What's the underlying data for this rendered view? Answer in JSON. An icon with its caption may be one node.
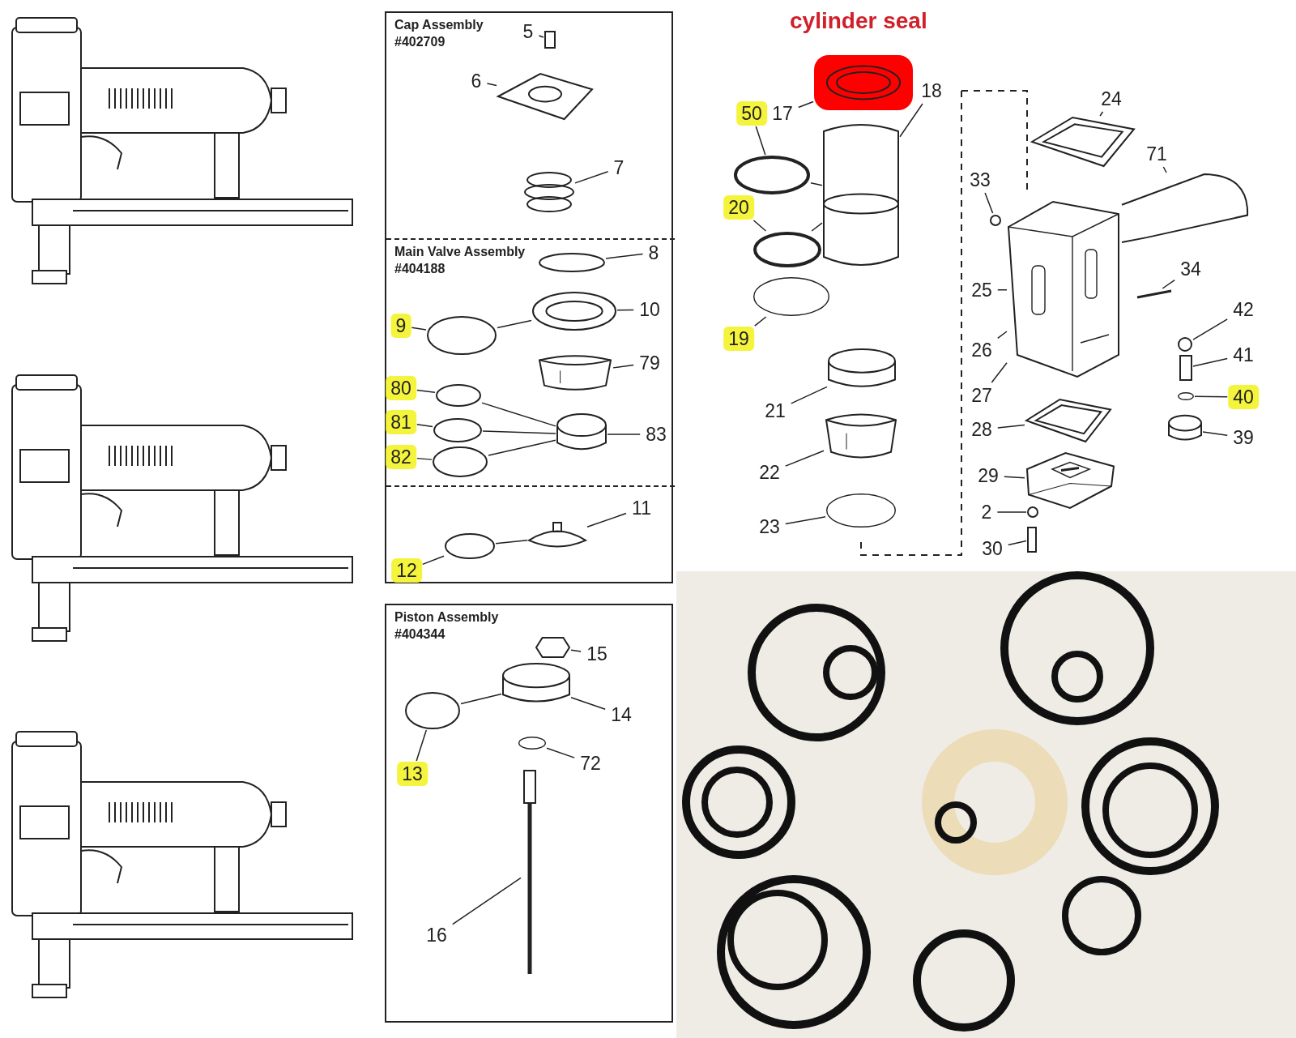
{
  "diagram": {
    "nodes": [
      {
        "text": [],
        "shape": "box"
      },
      {
        "text": [
          "Cap Assembly #402709"
        ],
        "in": 0
      },
      {
        "text": [
          "5"
        ],
        "in": 1
      },
      {
        "text": [
          "6"
        ],
        "in": 1
      },
      {
        "text": [
          "7"
        ],
        "in": 1
      },
      {
        "text": [
          "Main Valve Assembly #404188"
        ],
        "in": 0
      },
      {
        "text": [
          "8"
        ],
        "in": 5
      },
      {
        "text": [
          "10"
        ],
        "in": 5
      },
      {
        "text": [
          "9"
        ],
        "in": 5
      },
      {
        "text": [
          "79"
        ],
        "in": 5
      },
      {
        "text": [
          "80"
        ],
        "in": 5
      },
      {
        "text": [
          "81"
        ],
        "in": 5
      },
      {
        "text": [
          "83"
        ],
        "in": 5
      },
      {
        "text": [
          "82"
        ],
        "in": 5
      },
      {
        "text": [],
        "shape": "box",
        "in": 0
      },
      {
        "text": [
          "11"
        ],
        "in": 14
      },
      {
        "text": [
          "12"
        ],
        "in": 14
      },
      {
        "text": [
          "Piston Assembly #404344"
        ]
      },
      {
        "text": [
          "15"
        ],
        "in": 17
      },
      {
        "text": [
          "14"
        ],
        "in": 17
      },
      {
        "text": [
          "72"
        ],
        "in": 17
      },
      {
        "text": [
          "13"
        ],
        "in": 17
      },
      {
        "text": [
          "16"
        ],
        "in": 17
      },
      {
        "text": [
          "50"
        ]
      },
      {
        "text": [
          "17"
        ]
      },
      {
        "text": [
          "18"
        ]
      },
      {
        "text": [
          "20"
        ]
      },
      {
        "text": [
          "19"
        ]
      },
      {
        "text": [
          "21"
        ]
      },
      {
        "text": [
          "22"
        ]
      },
      {
        "text": [
          "23"
        ]
      },
      {
        "text": [
          "24"
        ]
      },
      {
        "text": [
          "33"
        ]
      },
      {
        "text": [
          "71"
        ]
      },
      {
        "text": [
          "25"
        ]
      },
      {
        "text": [
          "34"
        ]
      },
      {
        "text": [
          "26"
        ]
      },
      {
        "text": [
          "42"
        ]
      },
      {
        "text": [
          "41"
        ]
      },
      {
        "text": [
          "27"
        ]
      },
      {
        "text": [
          "40"
        ]
      },
      {
        "text": [
          "28"
        ]
      },
      {
        "text": [
          "39"
        ]
      },
      {
        "text": [
          "29"
        ]
      },
      {
        "text": [
          "2"
        ]
      },
      {
        "text": [
          "30"
        ]
      },
      {
        "text": [],
        "shape": "box",
        "in": 1
      },
      {
        "text": [],
        "shape": "picture",
        "in": 1
      },
      {
        "text": [],
        "shape": "picture",
        "in": 1
      },
      {
        "text": [],
        "shape": "circle",
        "in": 5
      },
      {
        "text": [],
        "shape": "picture",
        "in": 5
      },
      {
        "text": [],
        "shape": "circle",
        "in": 5
      },
      {
        "text": [],
        "shape": "picture",
        "in": 5
      },
      {
        "text": [],
        "shape": "circle",
        "in": 5
      },
      {
        "text": [],
        "shape": "circle",
        "in": 5
      },
      {
        "text": [],
        "shape": "cylinder",
        "in": 5
      },
      {
        "text": [],
        "shape": "circle",
        "in": 5
      },
      {
        "text": [],
        "shape": "circle",
        "in": 14
      },
      {
        "text": [],
        "shape": "picture",
        "in": 14
      },
      {
        "text": [],
        "shape": "picture",
        "in": 17
      },
      {
        "text": [],
        "shape": "cylinder",
        "in": 17
      },
      {
        "text": [],
        "shape": "circle",
        "in": 17
      },
      {
        "text": [],
        "shape": "circle",
        "in": 17
      },
      {
        "text": [],
        "shape": "picture",
        "in": 17
      },
      {
        "text": [],
        "shape": "circle"
      },
      {
        "text": [],
        "shape": "picture"
      },
      {
        "text": [],
        "shape": "picture"
      },
      {
        "text": [],
        "shape": "circle"
      },
      {
        "text": [],
        "shape": "circle"
      },
      {
        "text": [],
        "shape": "cylinder"
      },
      {
        "text": [],
        "shape": "picture"
      },
      {
        "text": [],
        "shape": "circle"
      },
      {
        "text": [],
        "shape": "picture"
      },
      {
        "text": [],
        "shape": "circle"
      },
      {
        "text": [],
        "shape": "picture"
      },
      {
        "text": [],
        "shape": "picture"
      },
      {
        "text": [],
        "shape": "bar"
      },
      {
        "text": [],
        "shape": "circle"
      },
      {
        "text": [],
        "shape": "box"
      },
      {
        "text": [],
        "shape": "circle"
      },
      {
        "text": [],
        "shape": "picture"
      },
      {
        "text": [],
        "shape": "cylinder"
      },
      {
        "text": [],
        "shape": "picture"
      },
      {
        "text": [],
        "shape": "circle"
      },
      {
        "text": [],
        "shape": "box"
      }
    ],
    "edges": [
      {
        "from": 2,
        "to": 46,
        "arrow": "none"
      },
      {
        "from": 3,
        "to": 47,
        "arrow": "none"
      },
      {
        "from": 4,
        "to": 48,
        "arrow": "none"
      },
      {
        "from": 6,
        "to": 49,
        "arrow": "none"
      },
      {
        "from": 7,
        "to": 50,
        "arrow": "none"
      },
      {
        "from": 8,
        "to": 51,
        "arrow": "none"
      },
      {
        "from": 9,
        "to": 52,
        "arrow": "none"
      },
      {
        "from": 10,
        "to": 53,
        "arrow": "none"
      },
      {
        "from": 11,
        "to": 54,
        "arrow": "none"
      },
      {
        "from": 12,
        "to": 55,
        "arrow": "none"
      },
      {
        "from": 13,
        "to": 56,
        "arrow": "none"
      },
      {
        "from": 15,
        "to": 58,
        "arrow": "none"
      },
      {
        "from": 16,
        "to": 57,
        "arrow": "none"
      },
      {
        "from": 18,
        "to": 59,
        "arrow": "none"
      },
      {
        "from": 19,
        "to": 60,
        "arrow": "none"
      },
      {
        "from": 20,
        "to": 61,
        "arrow": "none"
      },
      {
        "from": 21,
        "to": 62,
        "arrow": "none"
      },
      {
        "from": 22,
        "to": 63,
        "arrow": "none"
      },
      {
        "from": 23,
        "to": 64,
        "arrow": "none"
      },
      {
        "from": 24,
        "to": 65,
        "arrow": "none"
      },
      {
        "from": 25,
        "to": 66,
        "arrow": "none"
      },
      {
        "from": 26,
        "to": 67,
        "arrow": "none"
      },
      {
        "from": 27,
        "to": 68,
        "arrow": "none"
      },
      {
        "from": 28,
        "to": 69,
        "arrow": "none"
      },
      {
        "from": 29,
        "to": 70,
        "arrow": "none"
      },
      {
        "from": 30,
        "to": 71,
        "arrow": "none"
      },
      {
        "from": 31,
        "to": 72,
        "arrow": "none"
      },
      {
        "from": 32,
        "to": 73,
        "arrow": "none"
      },
      {
        "from": 33,
        "to": 74,
        "arrow": "none"
      },
      {
        "from": 34,
        "to": 75,
        "arrow": "none"
      },
      {
        "from": 35,
        "to": 76,
        "arrow": "none"
      },
      {
        "from": 36,
        "to": 75,
        "arrow": "none"
      },
      {
        "from": 37,
        "to": 77,
        "arrow": "none"
      },
      {
        "from": 38,
        "to": 78,
        "arrow": "none"
      },
      {
        "from": 39,
        "to": 75,
        "arrow": "none"
      },
      {
        "from": 40,
        "to": 79,
        "arrow": "none"
      },
      {
        "from": 41,
        "to": 80,
        "arrow": "none"
      },
      {
        "from": 42,
        "to": 81,
        "arrow": "none"
      },
      {
        "from": 43,
        "to": 82,
        "arrow": "none"
      },
      {
        "from": 44,
        "to": 83,
        "arrow": "none"
      },
      {
        "from": 45,
        "to": 84,
        "arrow": "none"
      },
      {
        "from": 51,
        "to": 50,
        "arrow": "none"
      },
      {
        "from": 53,
        "to": 55,
        "arrow": "none"
      },
      {
        "from": 54,
        "to": 55,
        "arrow": "none"
      },
      {
        "from": 56,
        "to": 55,
        "arrow": "none"
      },
      {
        "from": 57,
        "to": 58,
        "arrow": "none"
      },
      {
        "from": 62,
        "to": 60,
        "arrow": "none"
      },
      {
        "from": 64,
        "to": 66,
        "arrow": "none"
      },
      {
        "from": 67,
        "to": 66,
        "arrow": "none"
      }
    ],
    "labels": [
      "cylinder seal"
    ]
  }
}
